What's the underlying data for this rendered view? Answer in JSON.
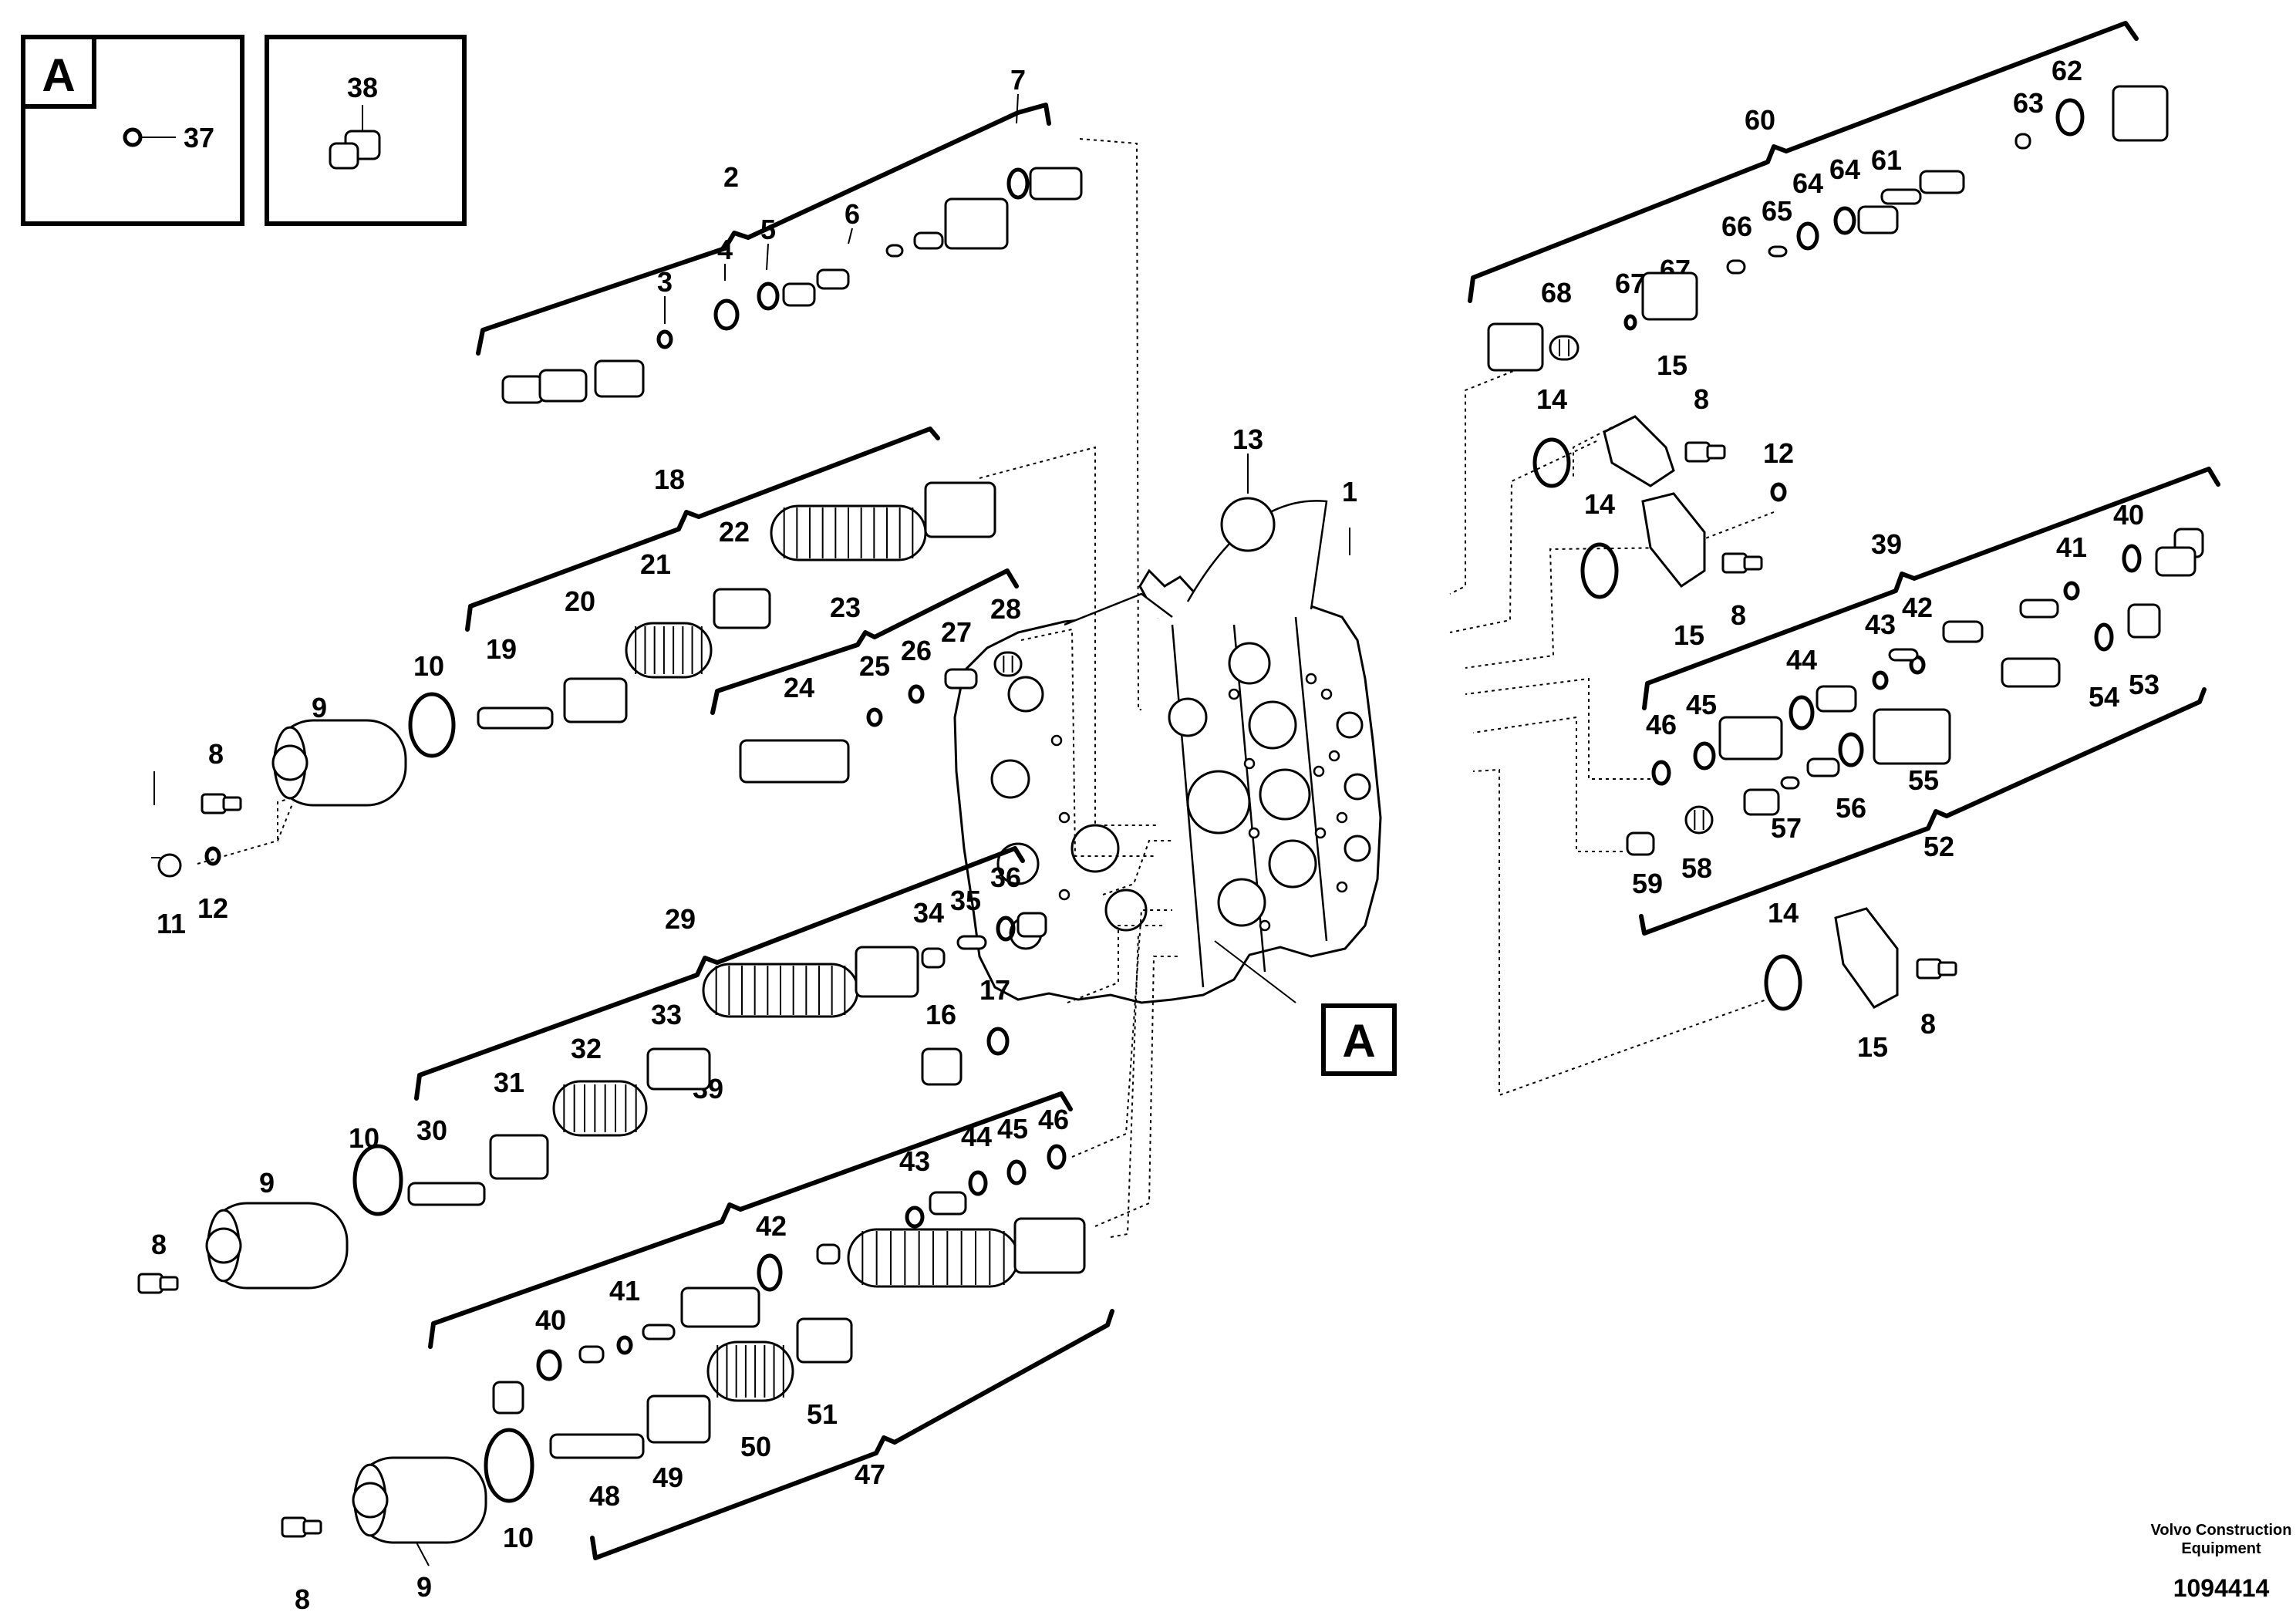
{
  "diagram": {
    "inset_a": {
      "letter": "A",
      "part": "37"
    },
    "inset_b": {
      "part": "38"
    },
    "callout": "A",
    "labels": [
      "1",
      "2",
      "3",
      "4",
      "5",
      "6",
      "7",
      "8",
      "9",
      "10",
      "11",
      "12",
      "13",
      "14",
      "15",
      "16",
      "17",
      "18",
      "19",
      "20",
      "21",
      "22",
      "23",
      "24",
      "25",
      "26",
      "27",
      "28",
      "29",
      "30",
      "31",
      "32",
      "33",
      "34",
      "35",
      "36",
      "39",
      "40",
      "41",
      "42",
      "43",
      "44",
      "45",
      "46",
      "47",
      "48",
      "49",
      "50",
      "51",
      "52",
      "53",
      "54",
      "55",
      "56",
      "57",
      "58",
      "59",
      "60",
      "61",
      "62",
      "63",
      "64",
      "65",
      "66",
      "67",
      "68"
    ],
    "footer": {
      "brand_line1": "Volvo Construction",
      "brand_line2": "Equipment",
      "drawing_number": "1094414"
    }
  }
}
